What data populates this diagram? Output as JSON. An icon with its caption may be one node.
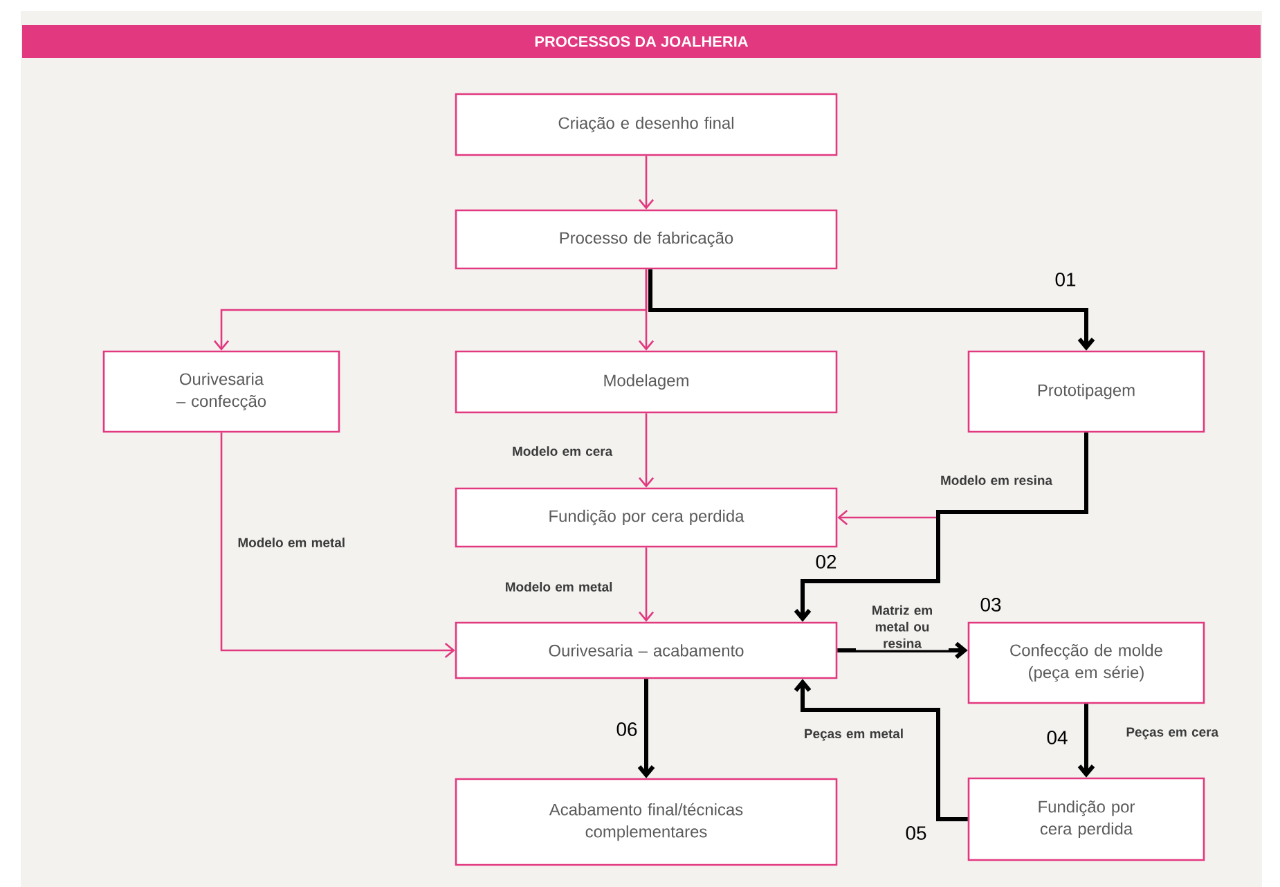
{
  "diagram": {
    "title": "PROCESSOS DA JOALHERIA",
    "nodes": [
      {
        "text": [
          "Criação e desenho final"
        ]
      },
      {
        "text": [
          "Processo de fabricação"
        ]
      },
      {
        "text": [
          "Ourivesaria – confecção"
        ]
      },
      {
        "text": [
          "Modelagem"
        ]
      },
      {
        "text": [
          "Prototipagem"
        ]
      },
      {
        "text": [
          "Fundição por cera perdida"
        ]
      },
      {
        "text": [
          "Ourivesaria – acabamento"
        ]
      },
      {
        "text": [
          "Confecção de molde (peça em série)"
        ]
      },
      {
        "text": [
          "Acabamento final/técnicas complementares"
        ]
      },
      {
        "text": [
          "Fundição por cera perdida"
        ]
      }
    ],
    "edges": [
      {
        "from": 0,
        "to": 1,
        "arrow": "to"
      },
      {
        "from": 1,
        "to": 2,
        "arrow": "to"
      },
      {
        "from": 1,
        "to": 3,
        "arrow": "to"
      },
      {
        "from": 1,
        "to": 4,
        "arrow": "to",
        "style": "thick",
        "color": "#000000"
      },
      {
        "from": 3,
        "to": 5,
        "arrow": "to",
        "label": "Modelo em cera"
      },
      {
        "from": 4,
        "to": 5,
        "arrow": "to",
        "label": "Modelo em resina"
      },
      {
        "from": 2,
        "to": 6,
        "arrow": "to",
        "label": "Modelo em metal"
      },
      {
        "from": 5,
        "to": 6,
        "arrow": "to",
        "label": "Modelo em metal"
      },
      {
        "from": 4,
        "to": 6,
        "arrow": "to",
        "style": "thick",
        "color": "#000000"
      },
      {
        "from": 6,
        "to": 7,
        "arrow": "to",
        "label": "Matriz em metal ou resina",
        "style": "thick",
        "color": "#000000"
      },
      {
        "from": 7,
        "to": 9,
        "arrow": "to",
        "label": "Peças em cera",
        "style": "thick",
        "color": "#000000"
      },
      {
        "from": 9,
        "to": 6,
        "arrow": "to",
        "label": "Peças em metal",
        "style": "thick",
        "color": "#000000"
      },
      {
        "from": 6,
        "to": 8,
        "arrow": "to",
        "style": "thick",
        "color": "#000000"
      }
    ],
    "labels": [
      "01",
      "02",
      "03",
      "04",
      "05",
      "06"
    ]
  }
}
